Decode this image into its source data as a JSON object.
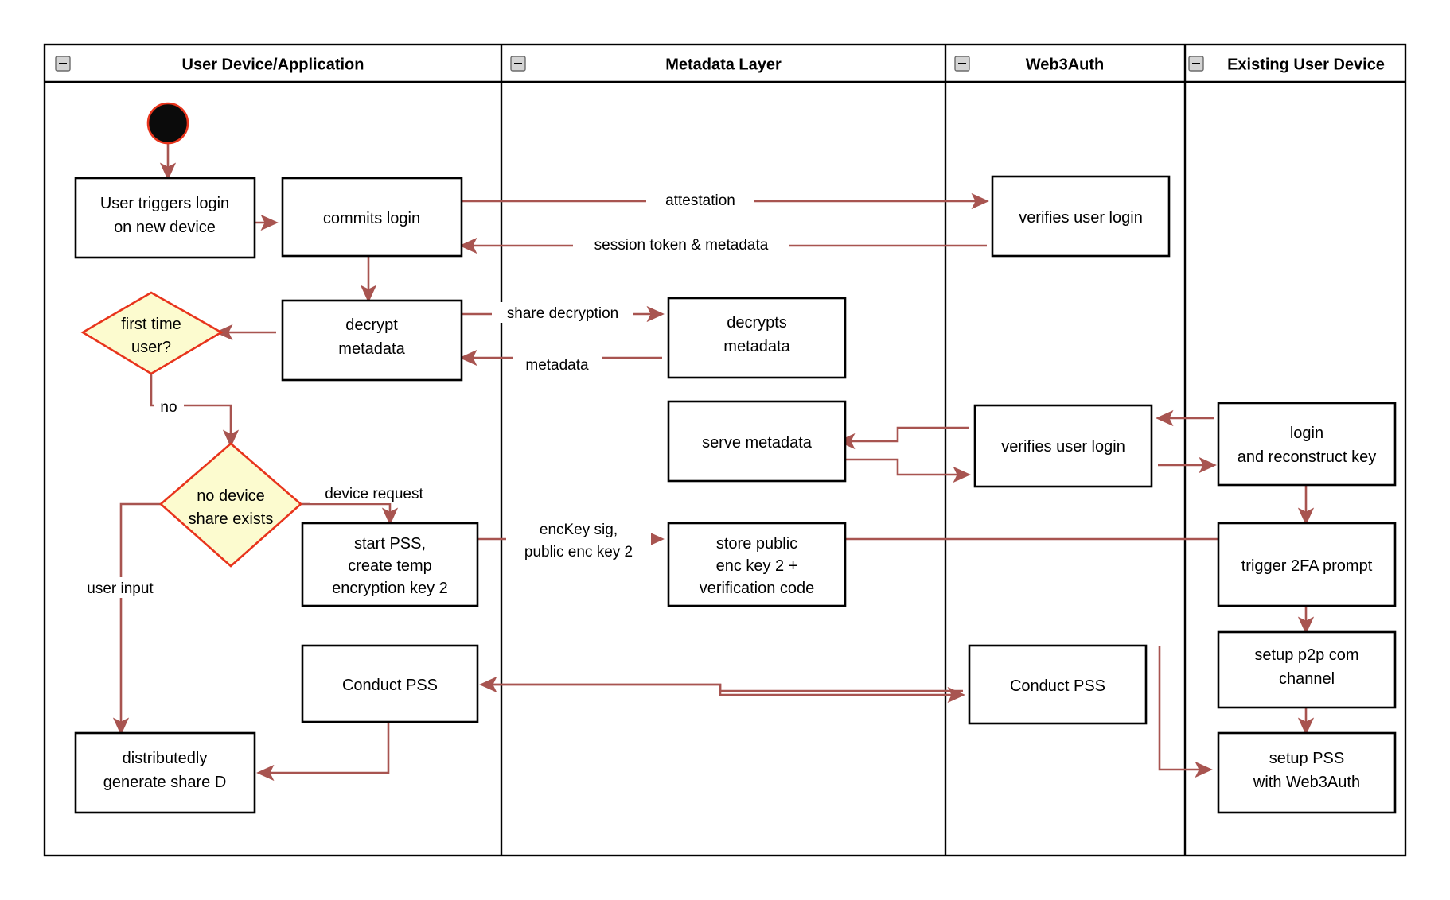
{
  "diagram": {
    "type": "uml-activity-swimlane",
    "title": "",
    "colors": {
      "lane_border": "#000000",
      "node_border": "#000000",
      "node_fill": "#ffffff",
      "decision_fill": "#fcfbcf",
      "decision_border": "#e8341c",
      "flow_line": "#a85450",
      "start_node_fill": "#0b0b0b",
      "start_node_border": "#e8341c",
      "collapse_icon_fill": "#d4d4d4"
    },
    "lanes": [
      {
        "id": "lane-user-device",
        "label": "User Device/Application",
        "collapse_icon": "minus-box-icon"
      },
      {
        "id": "lane-metadata",
        "label": "Metadata Layer",
        "collapse_icon": "minus-box-icon"
      },
      {
        "id": "lane-web3auth",
        "label": "Web3Auth",
        "collapse_icon": "minus-box-icon"
      },
      {
        "id": "lane-existing-device",
        "label": "Existing User Device",
        "collapse_icon": "minus-box-icon"
      }
    ],
    "nodes": [
      {
        "id": "start",
        "kind": "start",
        "lane": "lane-user-device",
        "label": ""
      },
      {
        "id": "n-user-triggers",
        "kind": "action",
        "lane": "lane-user-device",
        "lines": [
          "User triggers login",
          "on new device"
        ]
      },
      {
        "id": "n-commits-login",
        "kind": "action",
        "lane": "lane-user-device",
        "lines": [
          "commits login"
        ]
      },
      {
        "id": "n-decrypt-metadata",
        "kind": "action",
        "lane": "lane-user-device",
        "lines": [
          "decrypt",
          "metadata"
        ]
      },
      {
        "id": "n-first-time-user",
        "kind": "decision",
        "lane": "lane-user-device",
        "lines": [
          "first time",
          "user?"
        ]
      },
      {
        "id": "n-no-device-share",
        "kind": "decision",
        "lane": "lane-user-device",
        "lines": [
          "no device",
          "share exists"
        ]
      },
      {
        "id": "n-start-pss",
        "kind": "action",
        "lane": "lane-user-device",
        "lines": [
          "start PSS,",
          "create temp",
          "encryption key 2"
        ]
      },
      {
        "id": "n-conduct-pss-user",
        "kind": "action",
        "lane": "lane-user-device",
        "lines": [
          "Conduct PSS"
        ]
      },
      {
        "id": "n-distributedly-generate",
        "kind": "action",
        "lane": "lane-user-device",
        "lines": [
          "distributedly",
          "generate share D"
        ]
      },
      {
        "id": "n-decrypts-metadata",
        "kind": "action",
        "lane": "lane-metadata",
        "lines": [
          "decrypts",
          "metadata"
        ]
      },
      {
        "id": "n-serve-metadata",
        "kind": "action",
        "lane": "lane-metadata",
        "lines": [
          "serve metadata"
        ]
      },
      {
        "id": "n-store-public",
        "kind": "action",
        "lane": "lane-metadata",
        "lines": [
          "store public",
          "enc key 2 +",
          "verification code"
        ]
      },
      {
        "id": "n-verifies-login-top",
        "kind": "action",
        "lane": "lane-web3auth",
        "lines": [
          "verifies user login"
        ]
      },
      {
        "id": "n-verifies-login-mid",
        "kind": "action",
        "lane": "lane-web3auth",
        "lines": [
          "verifies user login"
        ]
      },
      {
        "id": "n-conduct-pss-web3auth",
        "kind": "action",
        "lane": "lane-web3auth",
        "lines": [
          "Conduct PSS"
        ]
      },
      {
        "id": "n-login-reconstruct",
        "kind": "action",
        "lane": "lane-existing-device",
        "lines": [
          "login",
          "and reconstruct key"
        ]
      },
      {
        "id": "n-trigger-2fa",
        "kind": "action",
        "lane": "lane-existing-device",
        "lines": [
          "trigger 2FA prompt"
        ]
      },
      {
        "id": "n-setup-p2p",
        "kind": "action",
        "lane": "lane-existing-device",
        "lines": [
          "setup p2p com",
          "channel"
        ]
      },
      {
        "id": "n-setup-pss-web3auth",
        "kind": "action",
        "lane": "lane-existing-device",
        "lines": [
          "setup PSS",
          "with Web3Auth"
        ]
      }
    ],
    "edge_labels": [
      {
        "id": "lbl-attestation",
        "text": "attestation"
      },
      {
        "id": "lbl-session-token",
        "text": "session token & metadata"
      },
      {
        "id": "lbl-share-decryption",
        "text": "share decryption"
      },
      {
        "id": "lbl-metadata",
        "text": "metadata"
      },
      {
        "id": "lbl-no",
        "text": "no"
      },
      {
        "id": "lbl-device-request",
        "text": "device request"
      },
      {
        "id": "lbl-user-input",
        "text": "user input"
      },
      {
        "id": "lbl-enckey-1",
        "text": "encKey sig,"
      },
      {
        "id": "lbl-enckey-2",
        "text": "public enc key 2"
      }
    ]
  }
}
